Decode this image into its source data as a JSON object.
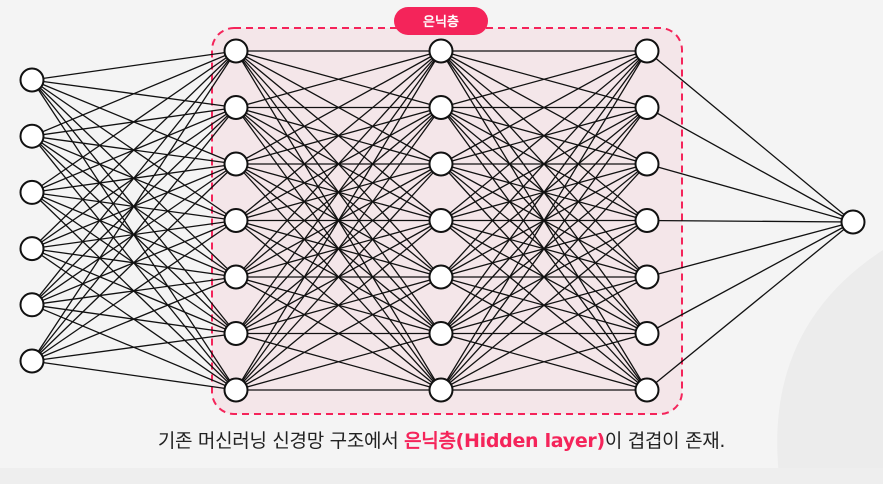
{
  "hidden_region": {
    "badge_label": "은닉층"
  },
  "network": {
    "layer_sizes": [
      6,
      7,
      7,
      7,
      1
    ]
  },
  "caption": {
    "before": "기존 머신러닝 신경망 구조에서 ",
    "highlight": "은닉층(Hidden layer)",
    "after": "이 겹겹이 존재."
  },
  "colors": {
    "accent": "#f4245a",
    "region_fill": "#f4e6e9",
    "node_fill": "#ffffff",
    "line": "#111111",
    "background": "#f4f4f4"
  }
}
